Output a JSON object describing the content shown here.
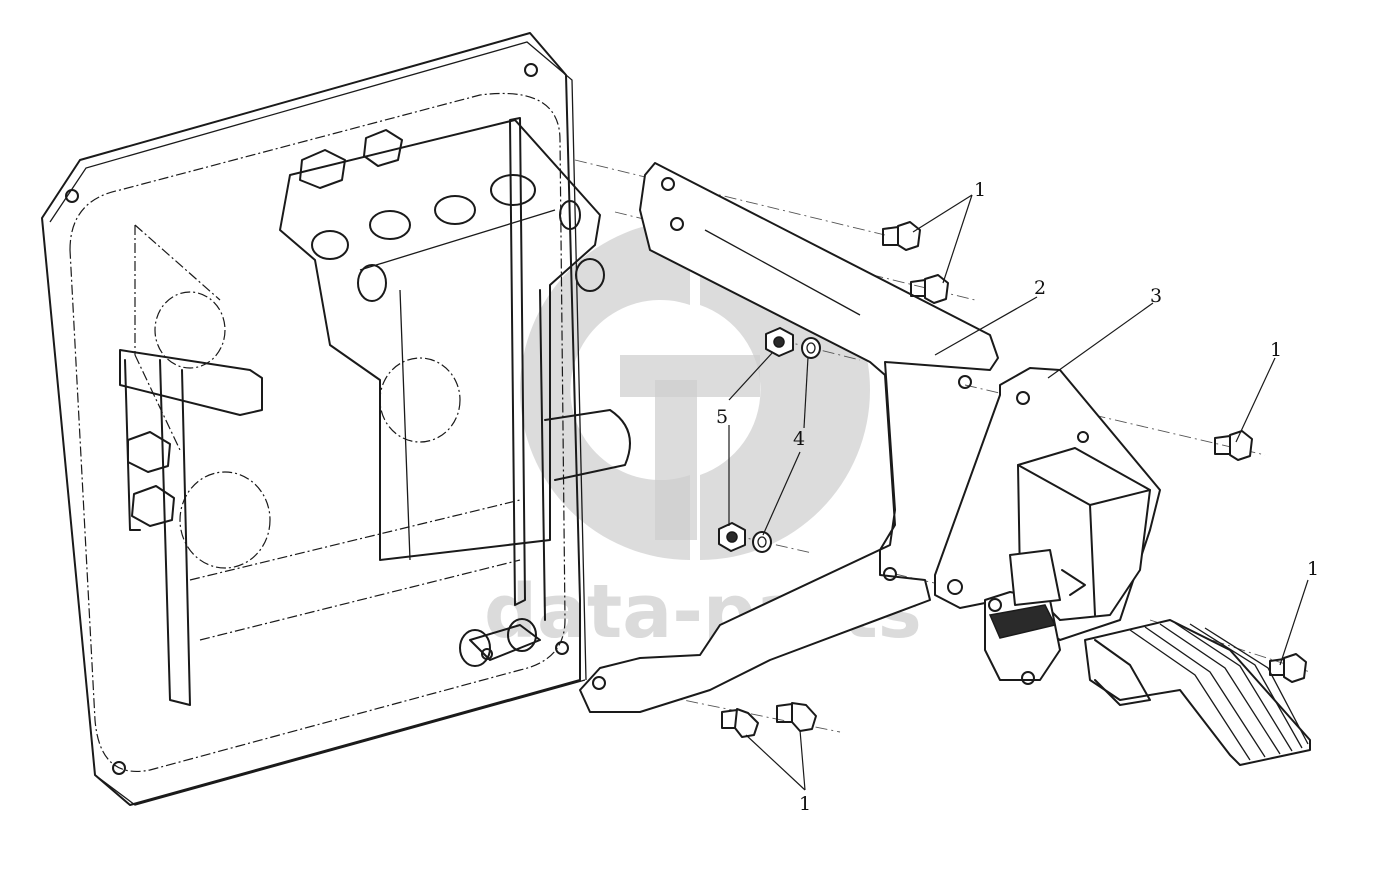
{
  "watermark": {
    "text": "data-parts",
    "color": "#cfcfcf"
  },
  "callouts": [
    {
      "id": "c1a",
      "label": "1"
    },
    {
      "id": "c1b",
      "label": "1"
    },
    {
      "id": "c1c",
      "label": "1"
    },
    {
      "id": "c1d",
      "label": "1"
    },
    {
      "id": "c2",
      "label": "2"
    },
    {
      "id": "c3",
      "label": "3"
    },
    {
      "id": "c4",
      "label": "4"
    },
    {
      "id": "c5",
      "label": "5"
    }
  ]
}
